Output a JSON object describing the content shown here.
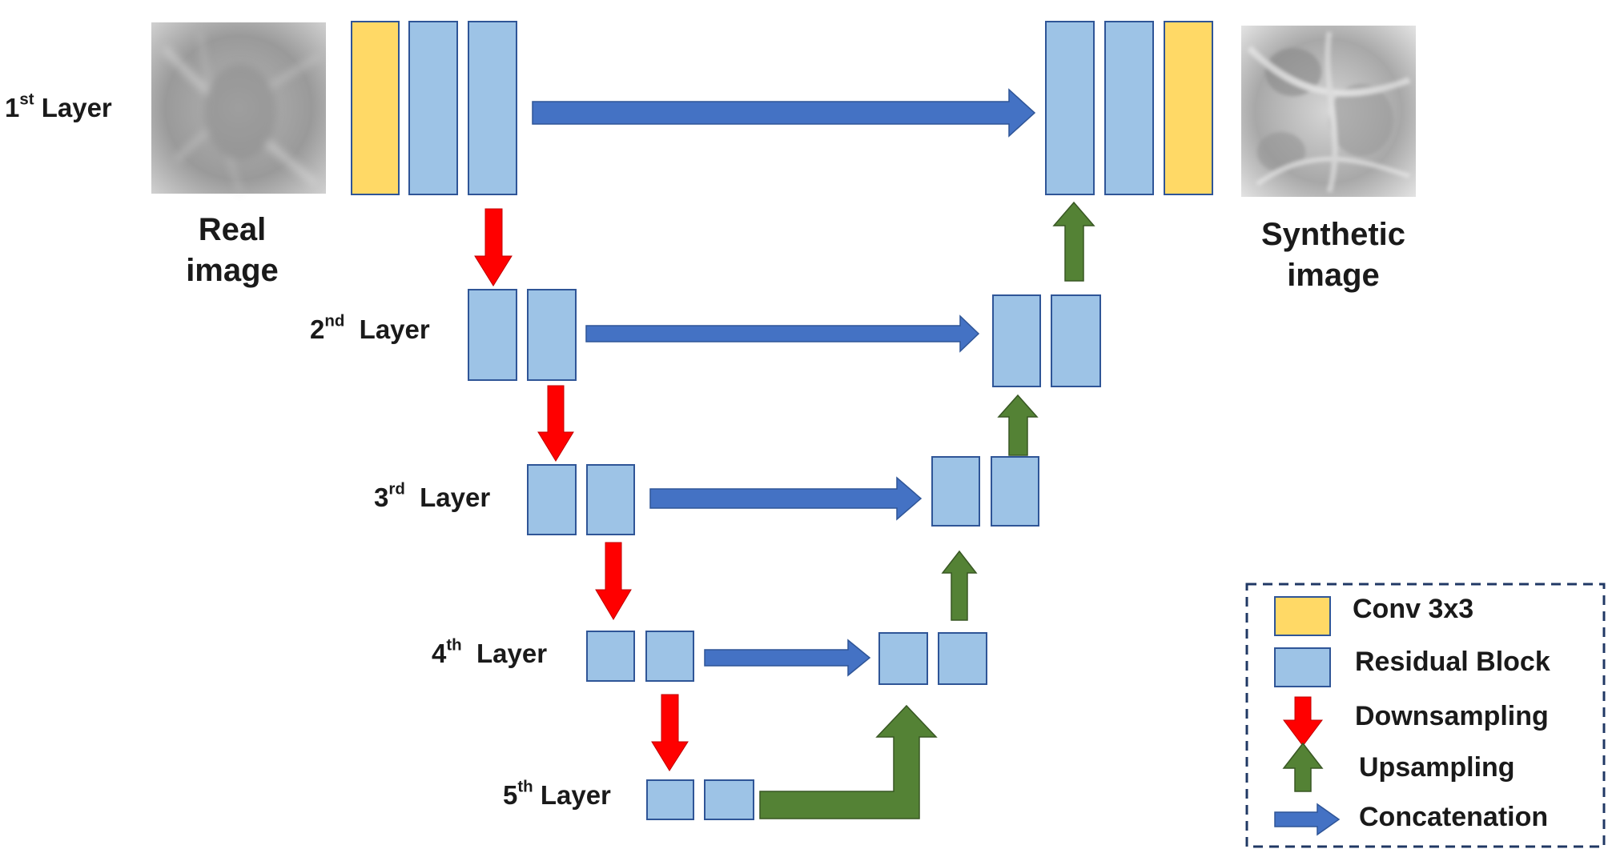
{
  "layers": [
    {
      "number": "1",
      "suffix": "st",
      "label": "Layer"
    },
    {
      "number": "2",
      "suffix": "nd",
      "label": "Layer"
    },
    {
      "number": "3",
      "suffix": "rd",
      "label": "Layer"
    },
    {
      "number": "4",
      "suffix": "th",
      "label": "Layer"
    },
    {
      "number": "5",
      "suffix": "th",
      "label": "Layer"
    }
  ],
  "input_caption": {
    "line1": "Real",
    "line2": "image"
  },
  "output_caption": {
    "line1": "Synthetic",
    "line2": "image"
  },
  "legend": {
    "conv": "Conv 3x3",
    "residual": "Residual Block",
    "down": "Downsampling",
    "up": "Upsampling",
    "concat": "Concatenation"
  },
  "colors": {
    "conv": "#FFD966",
    "residual": "#9DC3E6",
    "block_border": "#2F5597",
    "downsampling": "#FF0000",
    "upsampling": "#548235",
    "concatenation": "#4472C4",
    "legend_border": "#203864"
  }
}
